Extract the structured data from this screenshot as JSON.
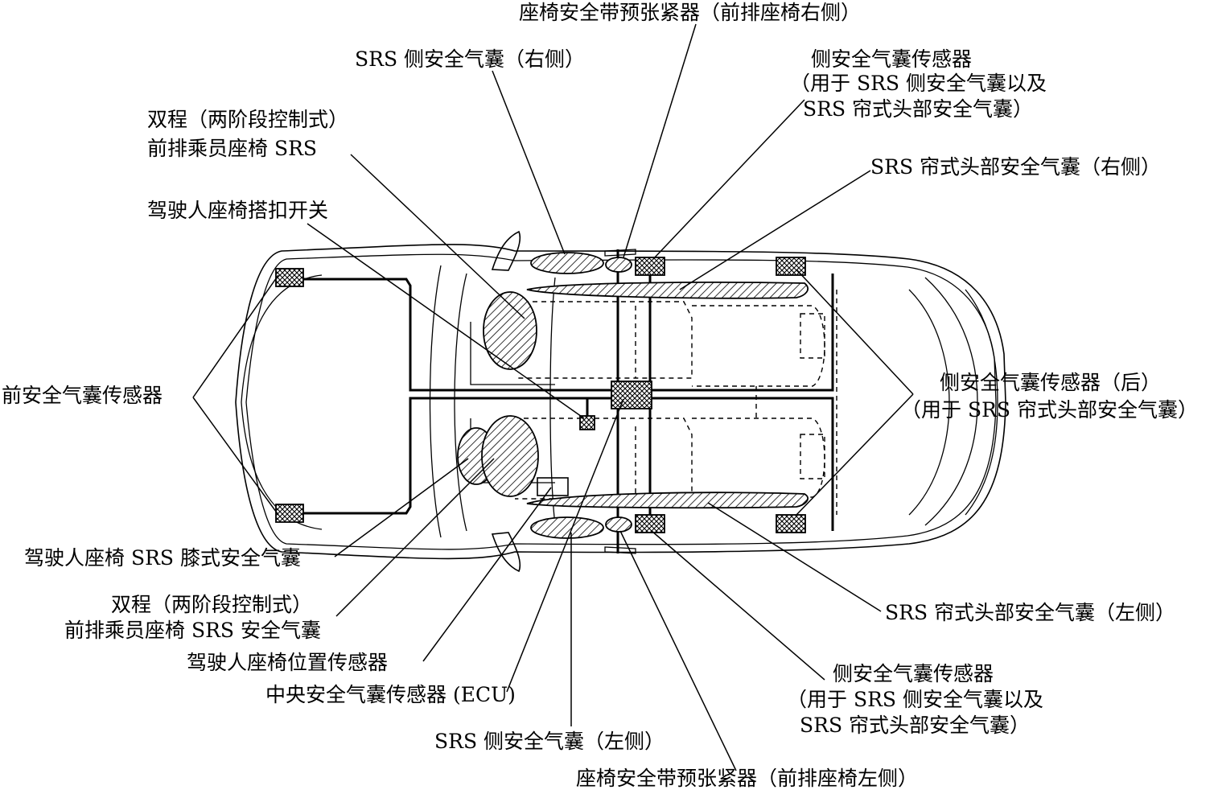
{
  "labels": {
    "pretensioner_right": "座椅安全带预张紧器（前排座椅右侧）",
    "side_airbag_right": "SRS 侧安全气囊（右侧）",
    "side_sensor_front_right_1": "侧安全气囊传感器",
    "side_sensor_front_right_2": "（用于 SRS 侧安全气囊以及",
    "side_sensor_front_right_3": "SRS 帘式头部安全气囊）",
    "dual_stage_passenger_srs_1": "双程（两阶段控制式）",
    "dual_stage_passenger_srs_2": "前排乘员座椅 SRS",
    "curtain_airbag_right": "SRS 帘式头部安全气囊（右侧）",
    "driver_buckle_switch": "驾驶人座椅搭扣开关",
    "front_airbag_sensor": "前安全气囊传感器",
    "side_sensor_rear_1": "侧安全气囊传感器（后）",
    "side_sensor_rear_2": "（用于 SRS 帘式头部安全气囊）",
    "driver_knee_airbag": "驾驶人座椅 SRS 膝式安全气囊",
    "dual_stage_passenger_airbag_1": "双程（两阶段控制式）",
    "dual_stage_passenger_airbag_2": "前排乘员座椅 SRS 安全气囊",
    "driver_seat_position_sensor": "驾驶人座椅位置传感器",
    "center_airbag_sensor": "中央安全气囊传感器 (ECU)",
    "side_airbag_left": "SRS 侧安全气囊（左侧）",
    "pretensioner_left": "座椅安全带预张紧器（前排座椅左侧）",
    "curtain_airbag_left": "SRS 帘式头部安全气囊（左侧）",
    "side_sensor_front_left_1": "侧安全气囊传感器",
    "side_sensor_front_left_2": "（用于 SRS 侧安全气囊以及",
    "side_sensor_front_left_3": "SRS 帘式头部安全气囊）"
  }
}
